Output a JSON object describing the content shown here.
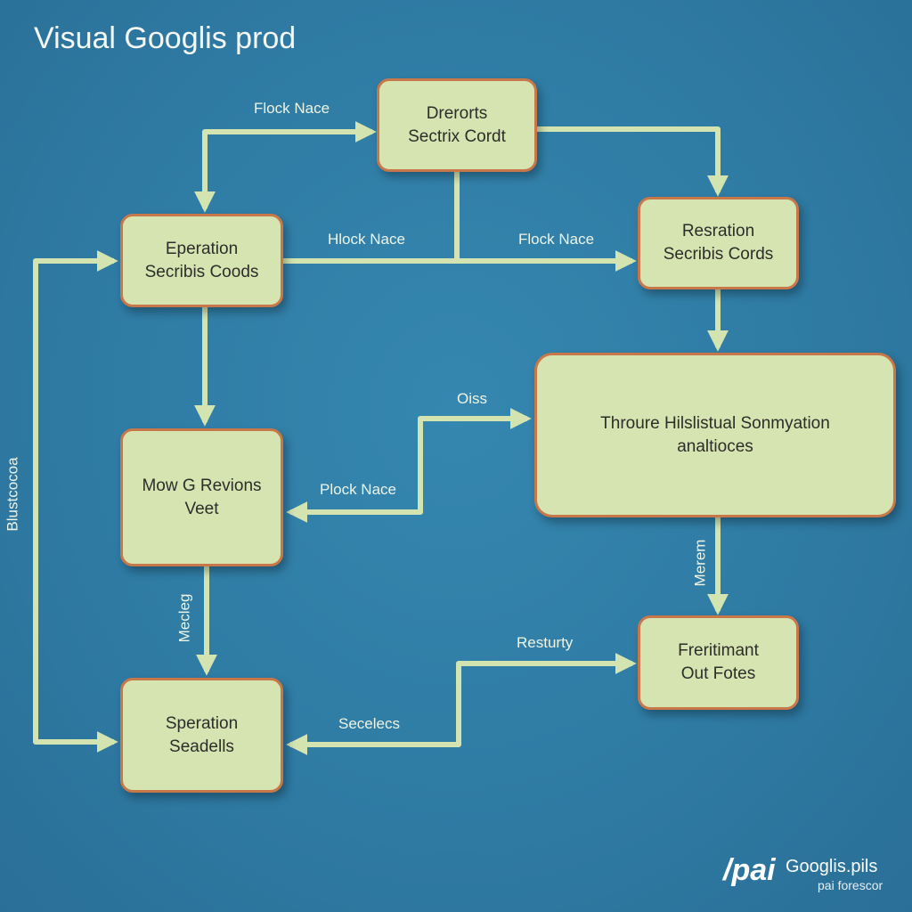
{
  "title": "Visual Googlis prod",
  "nodes": [
    {
      "line1": "Drerorts",
      "line2": "Sectrix Cordt"
    },
    {
      "line1": "Eperation",
      "line2": "Secribis Coods"
    },
    {
      "line1": "Resration",
      "line2": "Secribis Cords"
    },
    {
      "line1": "Throure Hilslistual Sonmyation",
      "line2": "analtioces"
    },
    {
      "line1": "Mow G Revions",
      "line2": "Veet"
    },
    {
      "line1": "Speration",
      "line2": "Seadells"
    },
    {
      "line1": "Freritimant",
      "line2": "Out Fotes"
    }
  ],
  "edge_labels": {
    "top": "Flock Nace",
    "mid_left": "Hlock Nace",
    "mid_right": "Flock Nace",
    "oiss": "Oiss",
    "plock": "Plock Nace",
    "mecleg": "Mecleg",
    "merem": "Merem",
    "resturty": "Resturty",
    "secelecs": "Secelecs",
    "side": "Blustcocoa"
  },
  "logo": {
    "mark": "/pai",
    "name": "Googlis.pils",
    "sub": "pai forescor"
  },
  "colors": {
    "background": "#2e7aa3",
    "node_fill": "#d6e4b2",
    "node_border": "#c87748",
    "arrow": "#d4e4b0"
  }
}
